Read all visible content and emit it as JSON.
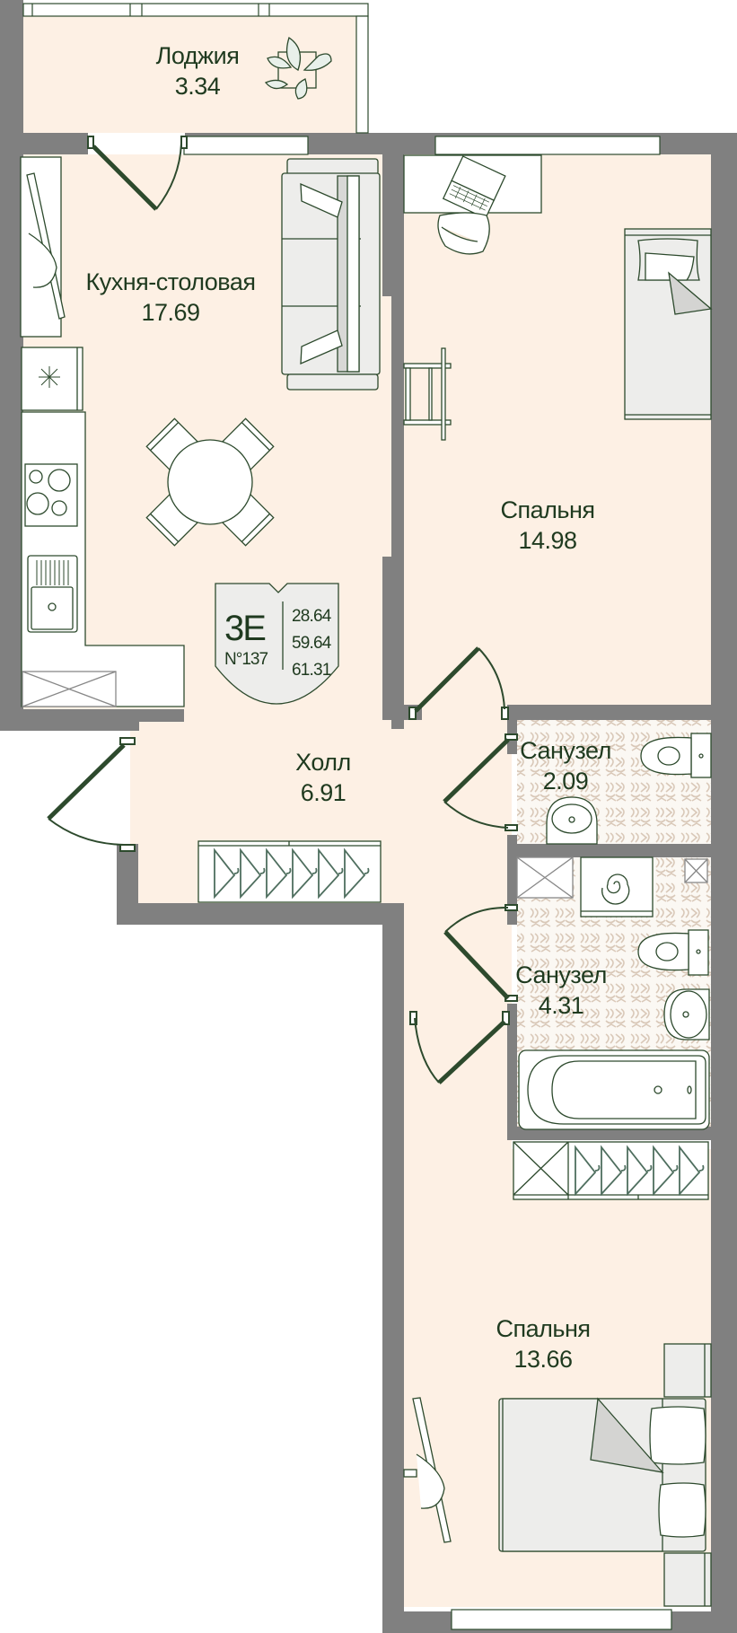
{
  "plan": {
    "title": "Floor plan 3E No 137",
    "colors": {
      "wall": "#808080",
      "floor": "#fdf0e4",
      "line": "#2d4a2d",
      "text": "#1f3a1f",
      "furniture_fill": "#ededeb",
      "tile_pattern": "#d9c8b8"
    }
  },
  "badge": {
    "code": "3E",
    "number": "N°137",
    "areas": [
      "28.64",
      "59.64",
      "61.31"
    ]
  },
  "rooms": [
    {
      "id": "loggia",
      "name": "Лоджия",
      "area": "3.34"
    },
    {
      "id": "kitchen",
      "name": "Кухня-столовая",
      "area": "17.69"
    },
    {
      "id": "bedroom1",
      "name": "Спальня",
      "area": "14.98"
    },
    {
      "id": "hall",
      "name": "Холл",
      "area": "6.91"
    },
    {
      "id": "bath1",
      "name": "Санузел",
      "area": "2.09"
    },
    {
      "id": "bath2",
      "name": "Санузел",
      "area": "4.31"
    },
    {
      "id": "bedroom2",
      "name": "Спальня",
      "area": "13.66"
    }
  ],
  "icons": {
    "plant": "plant-icon",
    "sofa": "sofa-icon",
    "tv": "tv-icon",
    "fridge": "fridge-icon",
    "stove": "stove-icon",
    "sink": "sink-icon",
    "dining_table": "dining-table-icon",
    "desk": "desk-icon",
    "laptop": "laptop-icon",
    "chair": "chair-icon",
    "single_bed": "single-bed-icon",
    "double_bed": "double-bed-icon",
    "wardrobe": "wardrobe-icon",
    "toilet": "toilet-icon",
    "washbasin": "washbasin-icon",
    "bathtub": "bathtub-icon",
    "washing_machine": "washing-machine-icon",
    "radiator": "radiator-icon"
  }
}
